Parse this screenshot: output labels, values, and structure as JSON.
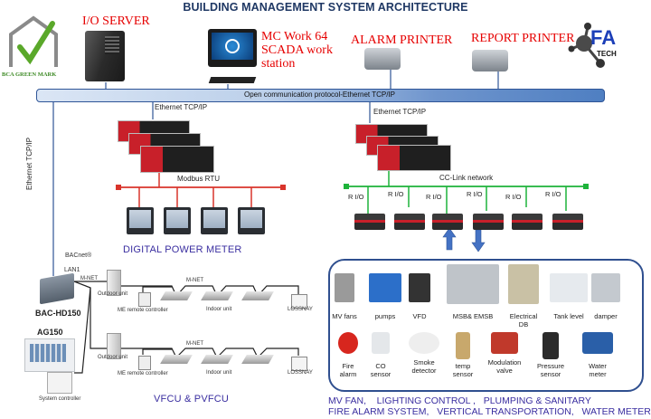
{
  "title": "BUILDING MANAGEMENT SYSTEM ARCHITECTURE",
  "logos": {
    "green_mark": "BCA GREEN MARK",
    "fa_tech_main": "FA",
    "fa_tech_sub": "TECH"
  },
  "top_devices": {
    "io_server": "I/O SERVER",
    "scada_line1": "MC Work 64",
    "scada_line2": "SCADA work",
    "scada_line3": "station",
    "alarm_printer": "ALARM PRINTER",
    "report_printer": "REPORT PRINTER"
  },
  "bus": {
    "label": "Open communication protocol-Ethernet TCP/IP"
  },
  "links": {
    "ethernet_left_vertical": "Ethernet TCP/IP",
    "ethernet_plc1": "Ethernet TCP/IP",
    "ethernet_plc2": "Ethernet TCP/IP",
    "modbus": "Modbus RTU",
    "cclink": "CC-Link network"
  },
  "power_meter": {
    "caption": "DIGITAL POWER METER",
    "count": 4
  },
  "rio": {
    "labels": [
      "R I/O",
      "R I/O",
      "R I/O",
      "R I/O",
      "R I/O",
      "R I/O"
    ]
  },
  "hvac": {
    "bacnet": "BACnet®",
    "lan": "LAN1",
    "mnet_main": "M-NET",
    "mnet_row1": "M-NET",
    "mnet_row2": "M-NET",
    "gateway": "BAC-HD150",
    "ag": "AG150",
    "system_controller": "System controller",
    "outdoor_1": "Outdoor unit",
    "outdoor_2": "Outdoor unit",
    "remote_1": "ME remote controller",
    "remote_2": "ME remote controller",
    "indoor_1": "Indoor unit",
    "indoor_2": "Indoor unit",
    "lossnay_1": "LOSSNAY",
    "lossnay_2": "LOSSNAY",
    "caption": "VFCU & PVFCU"
  },
  "field_devices": {
    "row1": [
      {
        "label": "MV fans",
        "icon": "fan-icon"
      },
      {
        "label": "pumps",
        "icon": "pump-icon"
      },
      {
        "label": "VFD",
        "icon": "vfd-icon"
      },
      {
        "label": "MSB& EMSB",
        "icon": "switchboard-icon"
      },
      {
        "label": "Electrical\nDB",
        "icon": "distribution-board-icon"
      },
      {
        "label": "Tank level",
        "icon": "tank-icon"
      },
      {
        "label": "damper",
        "icon": "damper-icon"
      }
    ],
    "row2": [
      {
        "label": "Fire\nalarm",
        "icon": "fire-alarm-icon"
      },
      {
        "label": "CO\nsensor",
        "icon": "co-sensor-icon"
      },
      {
        "label": "Smoke\ndetector",
        "icon": "smoke-detector-icon"
      },
      {
        "label": "temp\nsensor",
        "icon": "temp-sensor-icon"
      },
      {
        "label": "Modulation\nvalve",
        "icon": "valve-icon"
      },
      {
        "label": "Pressure\nsensor",
        "icon": "pressure-sensor-icon"
      },
      {
        "label": "Water\nmeter",
        "icon": "water-meter-icon"
      }
    ]
  },
  "bottom_text": {
    "line1": "MV FAN,    LIGHTING CONTROL ,   PLUMPING & SANITARY",
    "line2": "FIRE ALARM SYSTEM,   VERTICAL TRANSPORTATION,   WATER METER"
  },
  "colors": {
    "title": "#1f3864",
    "red_label": "#e60000",
    "bus_blue": "#4f7fc2",
    "modbus_red": "#d9342b",
    "cclink_green": "#1db33a",
    "caption_purple": "#3a2ea0",
    "arrow_blue": "#4472c4"
  }
}
